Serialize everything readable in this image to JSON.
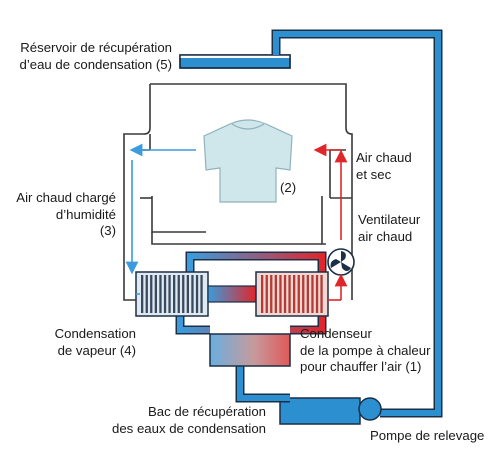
{
  "labels": {
    "reservoir": [
      "Réservoir de récupération",
      "d’eau de condensation (5)"
    ],
    "hot_dry_air": [
      "Air chaud",
      "et sec"
    ],
    "humid_air": [
      "Air chaud chargé",
      "d’humidité",
      "(3)"
    ],
    "drum_number": "(2)",
    "fan": [
      "Ventilateur",
      "air chaud"
    ],
    "vapor_condensation": [
      "Condensation",
      "de vapeur (4)"
    ],
    "heat_pump_condenser": [
      "Condenseur",
      "de la pompe à chaleur",
      "pour chauffer l’air (1)"
    ],
    "collection_tray": [
      "Bac de récupération",
      "des eaux de condensation"
    ],
    "pump": "Pompe de relevage"
  },
  "colors": {
    "pipe_blue": "#2b8fd0",
    "pipe_dark": "#1b2f47",
    "hot_red": "#e0262b",
    "cool_blue": "#3b9bdc",
    "outline": "#3a3a3a",
    "shirt": "#cfe6ea"
  }
}
